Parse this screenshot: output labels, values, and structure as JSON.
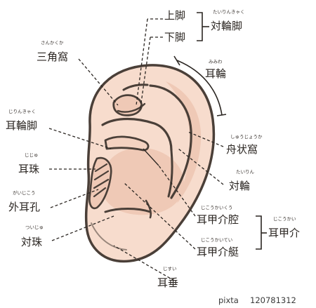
{
  "labels": {
    "upper_crus": {
      "text": "上脚"
    },
    "lower_crus": {
      "text": "下脚"
    },
    "antihelix_crura": {
      "text": "対輪脚",
      "reading": "たいりんきゃく"
    },
    "triangular_fossa": {
      "text": "三角窩",
      "reading": "さんかくか"
    },
    "helix": {
      "text": "耳輪",
      "reading": "みみわ"
    },
    "helix_crus": {
      "text": "耳輪脚",
      "reading": "じりんきゃく"
    },
    "scaphoid_fossa": {
      "text": "舟状窩",
      "reading": "しゅうじょうか"
    },
    "tragus": {
      "text": "耳珠",
      "reading": "じじゅ"
    },
    "antihelix": {
      "text": "対輪",
      "reading": "たいりん"
    },
    "external_ear_canal": {
      "text": "外耳孔",
      "reading": "がいじこう"
    },
    "cymba_conchae": {
      "text": "耳甲介腔",
      "reading": "じこうかいくう"
    },
    "concha": {
      "text": "耳甲介",
      "reading": "じこうかい"
    },
    "antitragus": {
      "text": "対珠",
      "reading": "ついじゅ"
    },
    "cavum_conchae": {
      "text": "耳甲介艇",
      "reading": "じこうかいてい"
    },
    "earlobe": {
      "text": "耳垂",
      "reading": "じすい"
    }
  },
  "watermark": {
    "brand": "pixta",
    "id": "120781312"
  },
  "colors": {
    "skin": "#f7dccd",
    "skin_dark": "#efc9b6",
    "outline": "#4a3f38",
    "leader": "#2b2622"
  }
}
